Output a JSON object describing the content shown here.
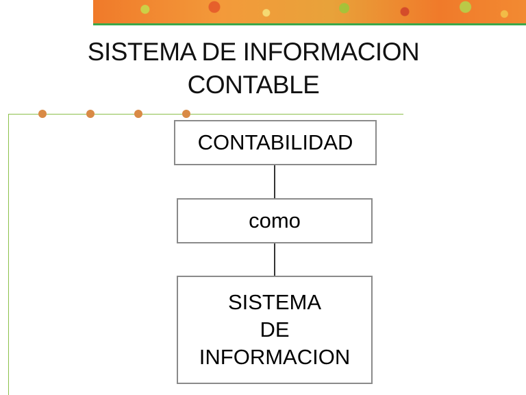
{
  "title": {
    "line1": "SISTEMA DE INFORMACION",
    "line2": "CONTABLE"
  },
  "diagram": {
    "nodes": [
      {
        "id": "contabilidad",
        "label": "CONTABILIDAD"
      },
      {
        "id": "como",
        "label": "como"
      },
      {
        "id": "sistema",
        "lines": [
          "SISTEMA",
          "DE",
          "INFORMACION"
        ]
      }
    ],
    "edges": [
      {
        "from": "contabilidad",
        "to": "como"
      },
      {
        "from": "como",
        "to": "sistema"
      }
    ]
  },
  "colors": {
    "banner": "#f07a2a",
    "banner_line": "#3aa84a",
    "rule": "#8cc04a",
    "bullet": "#d98a45",
    "box_border": "#8a8a8a"
  }
}
